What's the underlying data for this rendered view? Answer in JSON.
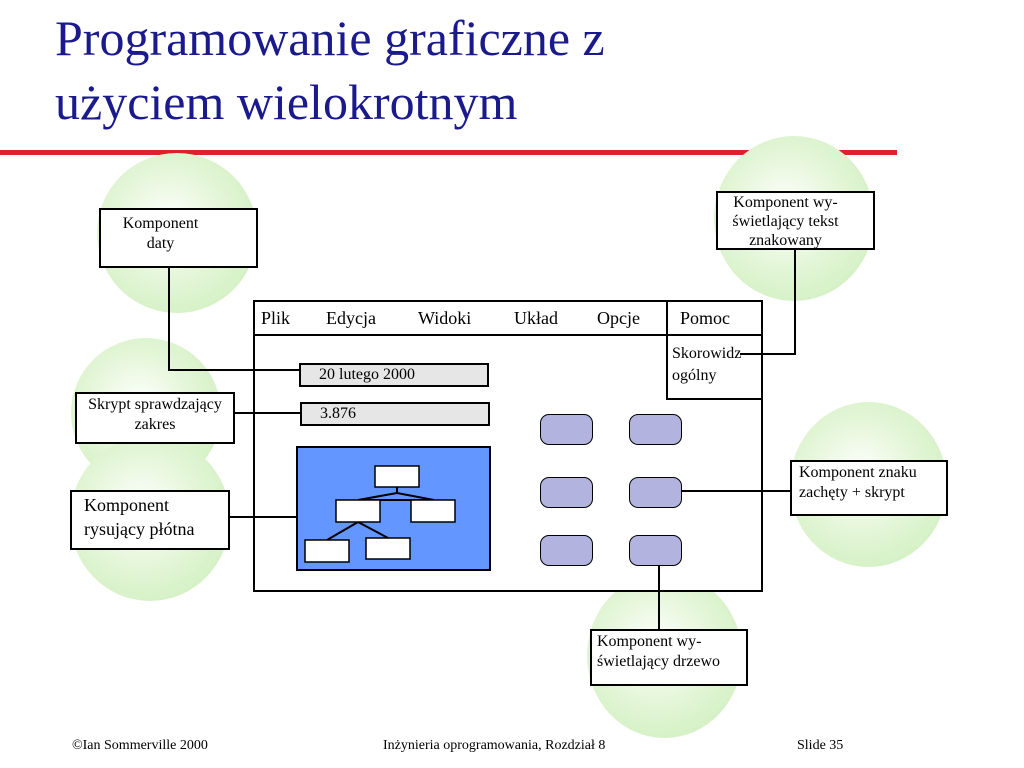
{
  "title": "Programowanie graficzne z\nużyciem wielokrotnym",
  "labels": {
    "date_component": "Komponent\ndaty",
    "range_script": "Skrypt sprawdzający\nzakres",
    "canvas_component": "Komponent\nrysujący płótna",
    "text_component": "Komponent wy-\nświetlający tekst\nznakowany",
    "prompt_component": "Komponent znaku\nzachęty + skrypt",
    "tree_component": "Komponent wy-\nświetlający drzewo"
  },
  "menu": [
    "Plik",
    "Edycja",
    "Widoki",
    "Układ",
    "Opcje",
    "Pomoc"
  ],
  "date_field": "20 lutego 2000",
  "number_field": "3.876",
  "help_panel": "Skorowidz\nogólny",
  "footer": {
    "left": "©Ian Sommerville 2000",
    "center": "Inżynieria oprogramowania, Rozdział 8",
    "right": "Slide  35"
  },
  "colors": {
    "title": "#1a1a8c",
    "rule": "#e0202a",
    "circle": "#c8ecb6",
    "canvas": "#6496ff",
    "pill": "#b3b3e0"
  }
}
